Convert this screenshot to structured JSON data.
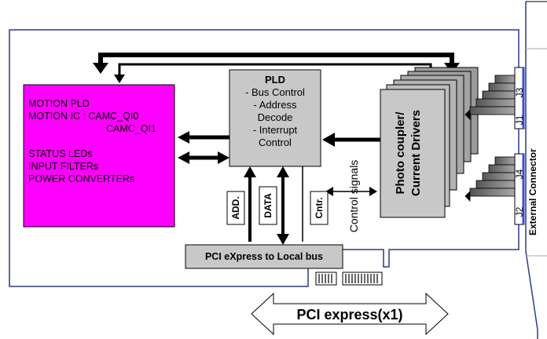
{
  "motion_block": {
    "lines": [
      "MOTION PLD",
      "MOTION IC : CAMC_QI0",
      "CAMC_QI1",
      "STATUS LEDs",
      "INPUT FILTERs",
      "POWER CONVERTERs"
    ],
    "color": "#ff00ff"
  },
  "pld_block": {
    "title": "PLD",
    "lines": [
      "- Bus Control",
      "- Address",
      "Decode",
      "- Interrupt",
      "Control"
    ],
    "color": "#c8c8c8"
  },
  "photo_block": {
    "line1": "Photo coupler/",
    "line2": "Current Drivers",
    "color": "#c8c8c8"
  },
  "bus_labels": {
    "add": "ADD.",
    "data": "DATA",
    "cntr": "Cntr.",
    "control_signals": "Control signals"
  },
  "pci_bridge": {
    "label": "PCI eXpress to Local bus"
  },
  "pci_express": {
    "label": "PCI express(x1)"
  },
  "connectors": {
    "j3": "J3",
    "j1": "J1",
    "j4": "J4",
    "j2": "J2",
    "external": "External Connector"
  }
}
